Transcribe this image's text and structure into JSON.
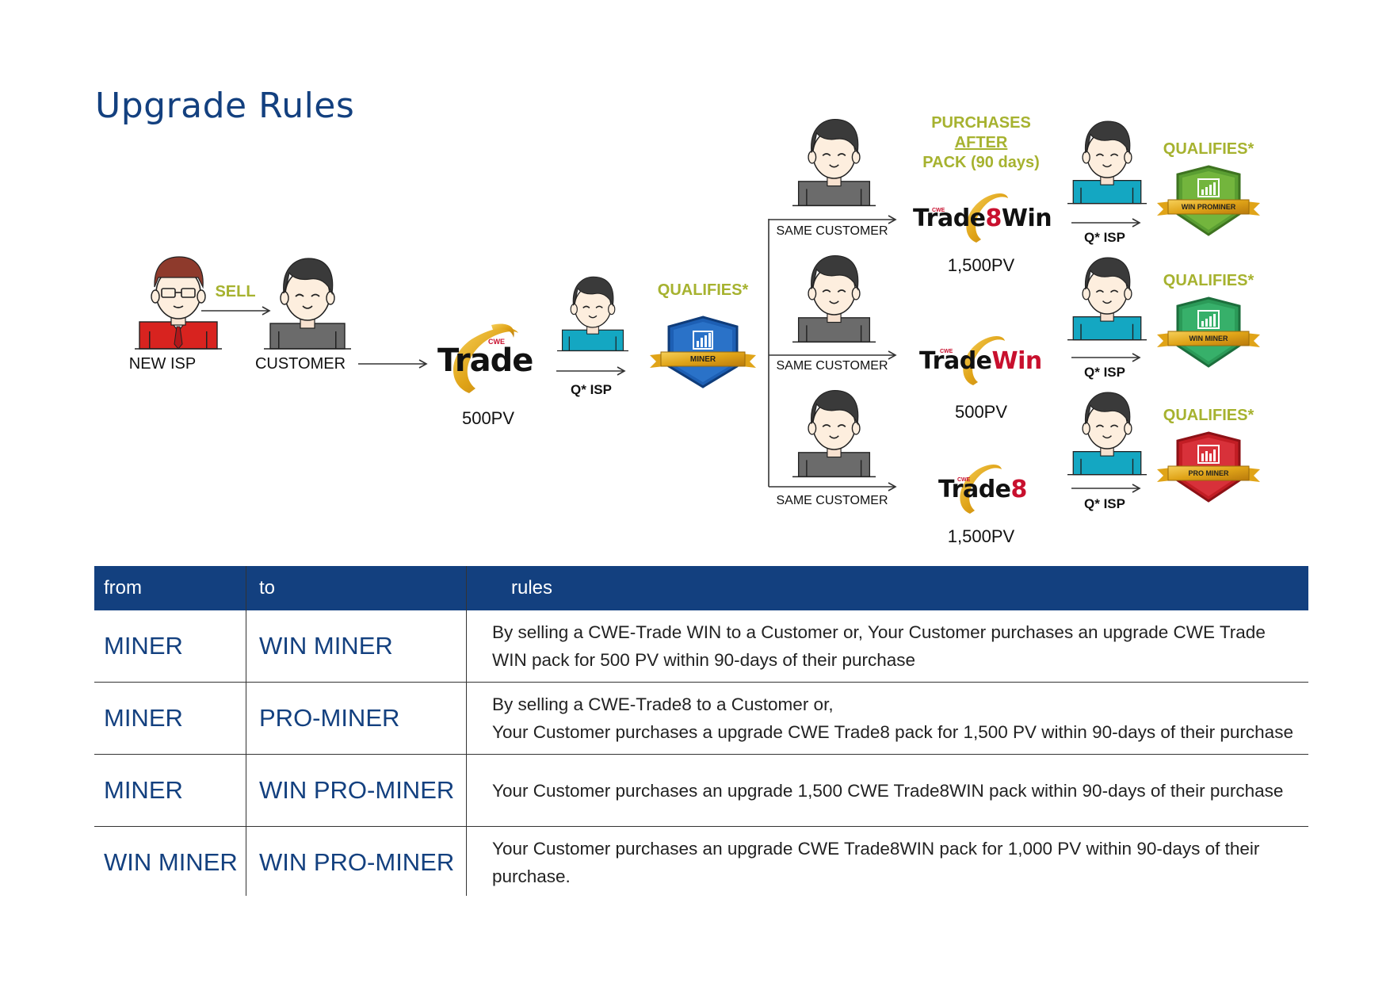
{
  "title": "Upgrade Rules",
  "flow": {
    "new_isp": "NEW ISP",
    "sell": "SELL",
    "customer": "CUSTOMER",
    "trade_pv": "500PV",
    "q_isp": "Q* ISP",
    "qualifies": "QUALIFIES*",
    "miner_badge": "MINER",
    "purchases_after": {
      "line1": "PURCHASES",
      "line2": "AFTER",
      "line3": "PACK (90 days)"
    },
    "same_customer": "SAME CUSTOMER",
    "branches": [
      {
        "pv": "1,500PV",
        "q_isp": "Q* ISP",
        "qualifies": "QUALIFIES*",
        "badge": "WIN PROMINER",
        "badge_color": "#5a9e32"
      },
      {
        "pv": "500PV",
        "q_isp": "Q* ISP",
        "qualifies": "QUALIFIES*",
        "badge": "WIN MINER",
        "badge_color": "#2b9a58"
      },
      {
        "pv": "1,500PV",
        "q_isp": "Q* ISP",
        "qualifies": "QUALIFIES*",
        "badge": "PRO MINER",
        "badge_color": "#c21d24"
      }
    ],
    "logos": {
      "cwe": "CWE",
      "trade": "Trade",
      "trade8win_a": "Trade",
      "trade8win_b": "8",
      "trade8win_c": "Win",
      "tradewin_a": "Trade",
      "tradewin_b": "Win",
      "trade8_a": "Trade",
      "trade8_b": "8"
    },
    "colors": {
      "accent_green": "#a6b22f",
      "brand_blue": "#13407f",
      "gold": "#e0a418",
      "logo_red": "#c8102e"
    }
  },
  "table": {
    "headers": {
      "from": "from",
      "to": "to",
      "rules": "rules"
    },
    "rows": [
      {
        "from": "MINER",
        "to": "WIN MINER",
        "rule": "By selling a CWE-Trade WIN to a Customer or, Your Customer purchases an upgrade CWE Trade WIN pack for 500 PV within 90-days of their purchase"
      },
      {
        "from": "MINER",
        "to": "PRO-MINER",
        "rule": "By selling a CWE-Trade8 to a Customer or,\nYour Customer purchases a upgrade CWE Trade8 pack for 1,500 PV within 90-days of their purchase"
      },
      {
        "from": "MINER",
        "to": "WIN PRO-MINER",
        "rule": "Your Customer purchases an upgrade 1,500 CWE Trade8WIN pack within 90-days of their purchase"
      },
      {
        "from": "WIN MINER",
        "to": "WIN PRO-MINER",
        "rule": "Your Customer purchases an upgrade CWE Trade8WIN pack for 1,000 PV within 90-days of their purchase."
      }
    ]
  }
}
